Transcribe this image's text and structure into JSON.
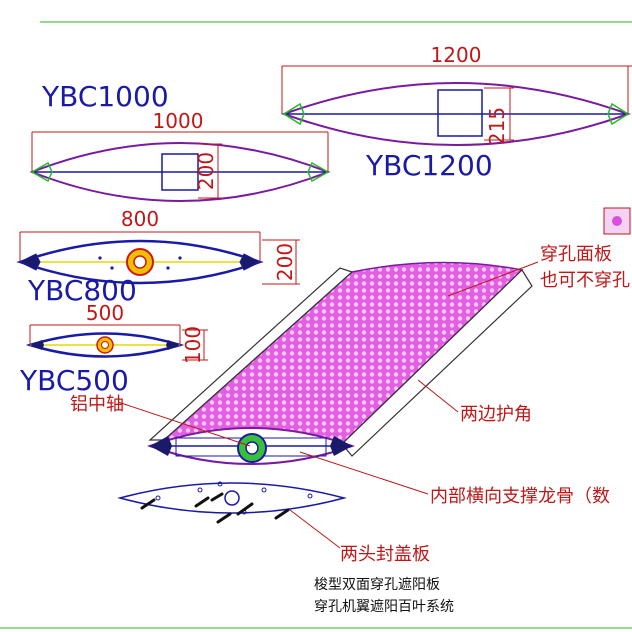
{
  "profiles": {
    "ybc1000": {
      "name": "YBC1000",
      "width_dim": "1000",
      "height_dim": "200"
    },
    "ybc1200": {
      "name": "YBC1200",
      "width_dim": "1200",
      "height_dim": "215"
    },
    "ybc800": {
      "name": "YBC800",
      "width_dim": "800",
      "height_dim": "200"
    },
    "ybc500": {
      "name": "YBC500",
      "width_dim": "500",
      "height_dim": "100"
    }
  },
  "callouts": {
    "perforated_panel_line1": "穿孔面板",
    "perforated_panel_line2": "也可不穿孔",
    "aluminum_axis": "铝中轴",
    "edge_protector": "两边护角",
    "internal_rib": "内部横向支撑龙骨（数",
    "end_cap": "两头封盖板"
  },
  "caption": {
    "line1": "梭型双面穿孔遮阳板",
    "line2": "穿孔机翼遮阳百叶系统"
  },
  "colors": {
    "outline_purple": "#7a1aa0",
    "dim_red": "#c01818",
    "label_blue": "#1a1aa8",
    "perforation_fill": "#d94fd9",
    "green_line": "#22bb22",
    "yellow_axis": "#e8d800"
  }
}
